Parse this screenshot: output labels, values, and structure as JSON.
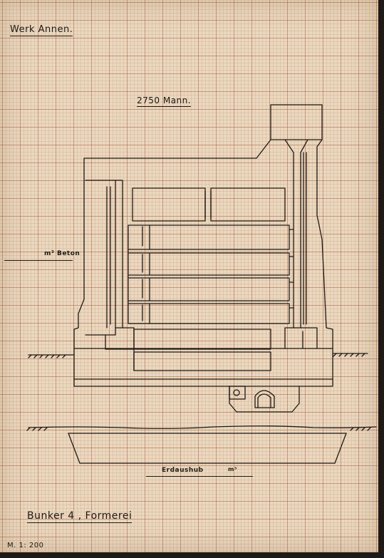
{
  "drawing": {
    "werk": "Werk Annen.",
    "capacity": "2750 Mann.",
    "concrete_label": "m³ Beton",
    "excavation_label": "Erdaushub",
    "excavation_unit": "m³",
    "bunker_title": "Bunker 4 , Formerei",
    "scale": "M. 1: 200"
  },
  "colors": {
    "paper": "#ead8bf",
    "grid": "#b27052",
    "ink": "#1e1a16",
    "frame": "#1d1a17"
  }
}
